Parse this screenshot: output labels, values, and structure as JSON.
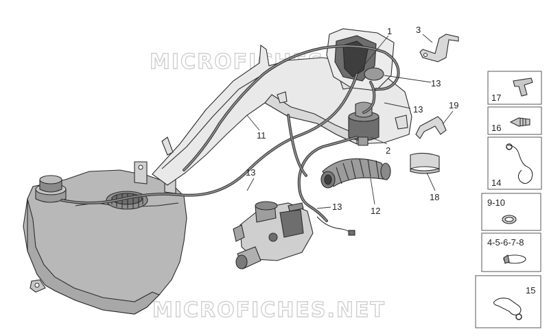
{
  "watermark": {
    "top_text": "MICROFICHES.NET",
    "bottom_text": "MICROFICHES.NET"
  },
  "callouts": {
    "c1": "1",
    "c2": "2",
    "c3": "3",
    "c11": "11",
    "c12": "12",
    "c13a": "13",
    "c13b": "13",
    "c13c": "13",
    "c13d": "13",
    "c18": "18",
    "c19": "19"
  },
  "side_panels": {
    "p17": "17",
    "p16": "16",
    "p14": "14",
    "p910": "9-10",
    "p45678": "4-5-6-7-8",
    "p15": "15"
  },
  "colors": {
    "part_fill": "#b8b8b8",
    "dark_fill": "#6e6e6e",
    "line": "#2a2a2a"
  }
}
